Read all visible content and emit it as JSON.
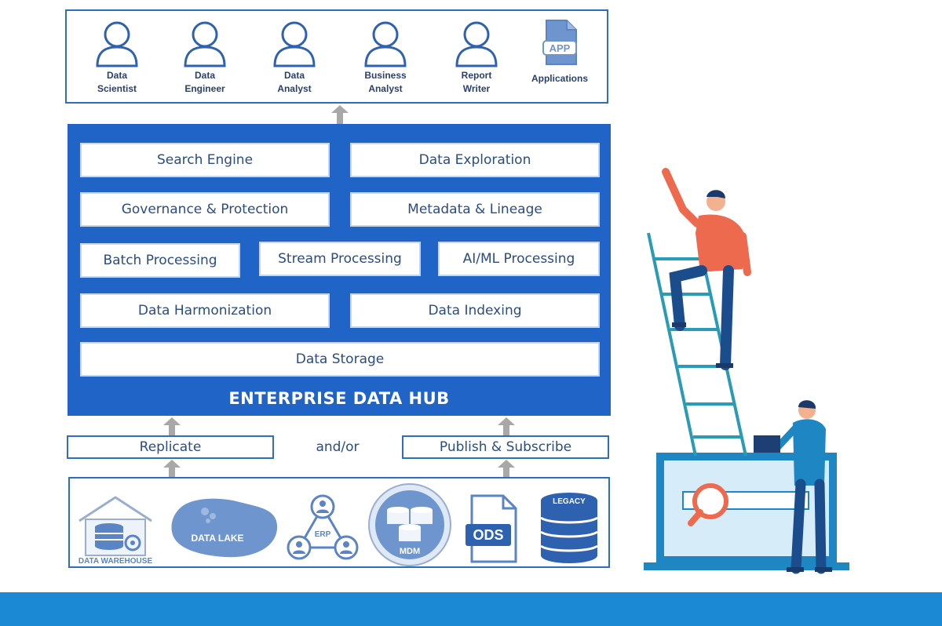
{
  "users": [
    {
      "label": "Data\nScientist",
      "icon": "person-icon"
    },
    {
      "label": "Data\nEngineer",
      "icon": "person-icon"
    },
    {
      "label": "Data\nAnalyst",
      "icon": "person-icon"
    },
    {
      "label": "Business\nAnalyst",
      "icon": "person-icon"
    },
    {
      "label": "Report\nWriter",
      "icon": "person-icon"
    },
    {
      "label": "Applications",
      "icon": "app-file-icon",
      "icon_text": "APP"
    }
  ],
  "hub": {
    "title": "ENTERPRISE DATA HUB",
    "boxes": {
      "search_engine": "Search Engine",
      "data_exploration": "Data Exploration",
      "governance": "Governance & Protection",
      "metadata": "Metadata & Lineage",
      "batch": "Batch Processing",
      "stream": "Stream Processing",
      "aiml": "AI/ML Processing",
      "harmonization": "Data Harmonization",
      "indexing": "Data Indexing",
      "storage": "Data Storage"
    }
  },
  "ingest": {
    "replicate": "Replicate",
    "and_or": "and/or",
    "publish": "Publish & Subscribe"
  },
  "sources": {
    "warehouse": "DATA WAREHOUSE",
    "lake": "DATA LAKE",
    "erp": "ERP",
    "mdm": "MDM",
    "ods": "ODS",
    "legacy": "LEGACY"
  },
  "colors": {
    "hub_blue": "#2164c8",
    "border_blue": "#2e6fbd",
    "icon_blue": "#5b84c4",
    "arrow_gray": "#a8a8a8",
    "bottom_bar": "#1c89d4",
    "shirt_orange": "#ee6a4f",
    "ladder_teal": "#2a9bb5"
  }
}
